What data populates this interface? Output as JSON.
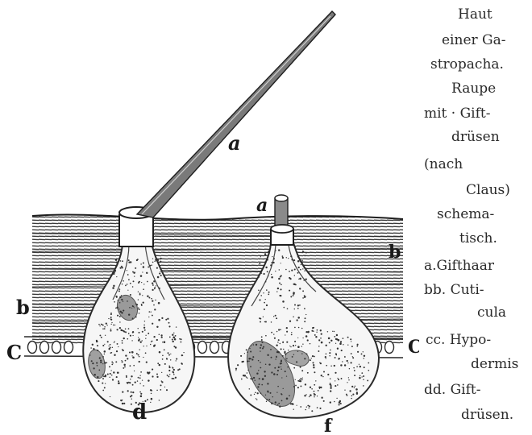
{
  "figure_labels": {
    "a_hair": "a",
    "a_short": "a",
    "b_left": "b",
    "b_right": "b",
    "c_left": "C",
    "c_right": "C",
    "d_left": "d",
    "d_right": "f"
  },
  "caption": {
    "lines": [
      "Haut",
      "einer Ga-",
      "stropacha.",
      "Raupe",
      "mit · Gift-",
      "drüsen",
      "(nach",
      "Claus)",
      "schema-",
      "tisch.",
      "a.Gifthaar",
      "bb.  Cuti-",
      "cula",
      "cc. Hypo-",
      "dermis",
      "dd.  Gift-",
      "drüsen."
    ]
  },
  "colors": {
    "ink": "#2a2a2a",
    "paper": "#ffffff",
    "nucleus": "#9a9a9a",
    "gland_fill": "#f4f4f4"
  }
}
